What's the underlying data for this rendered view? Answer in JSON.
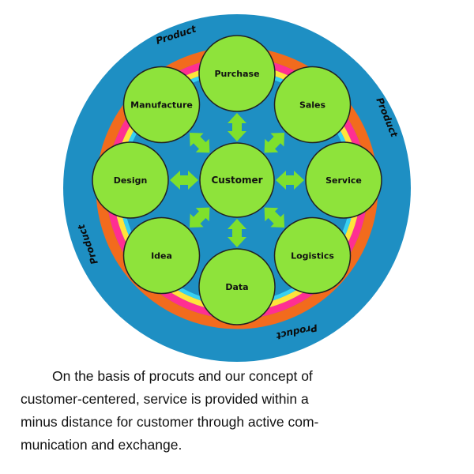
{
  "diagram": {
    "center": "Customer",
    "nodes": [
      "Purchase",
      "Sales",
      "Service",
      "Logistics",
      "Data",
      "Idea",
      "Design",
      "Manufacture"
    ],
    "ring_labels": [
      "Product",
      "Product",
      "Product",
      "Product"
    ]
  },
  "colors": {
    "background_disc": "#1e8fc3",
    "node_fill": "#8ee33b",
    "node_stroke": "#222222",
    "arrow": "#7fe02c",
    "ring_orange": "#f26b1d",
    "ring_pink": "#ff2f92",
    "ring_yellow": "#ffe43b",
    "ring_cyan": "#38d1f0"
  },
  "caption": {
    "lines": [
      "On the basis of procuts and our concept of",
      "customer-centered, service is provided within a",
      "minus distance for customer through active com-",
      "munication and exchange."
    ]
  }
}
